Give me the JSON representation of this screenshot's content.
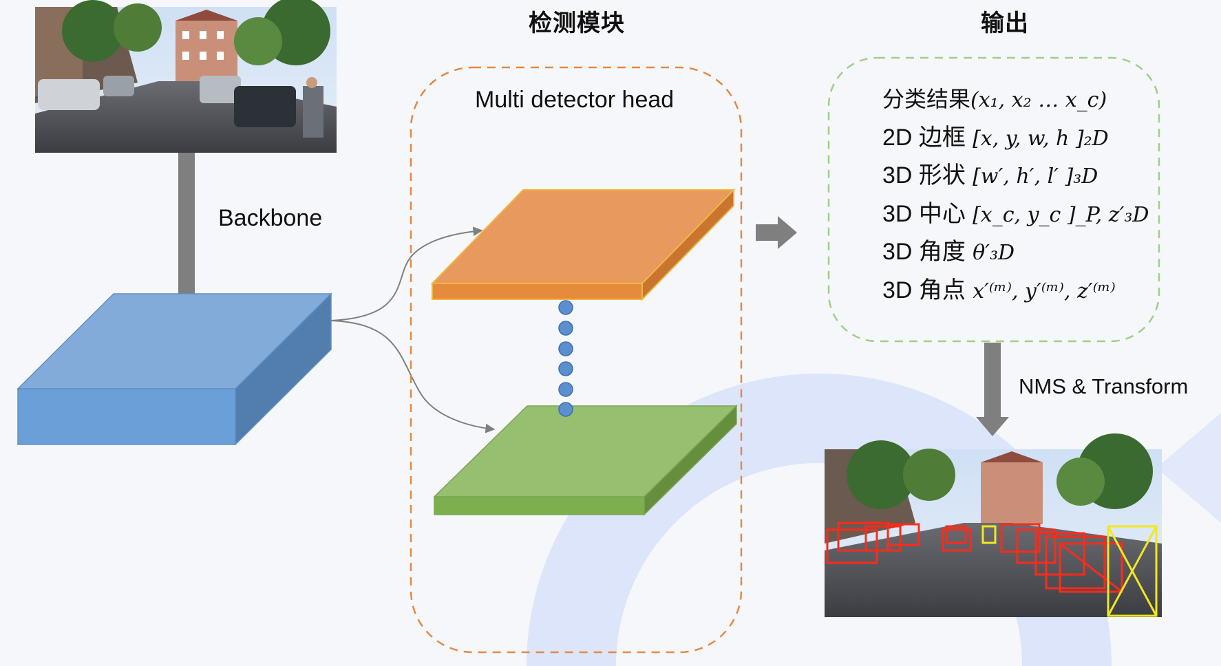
{
  "titles": {
    "detection_module": "检测模块",
    "output": "输出"
  },
  "labels": {
    "backbone": "Backbone",
    "head": "Multi detector head",
    "nms": "NMS & Transform"
  },
  "outputs": [
    {
      "cn": "分类结果",
      "math": "(x₁, x₂ … x_c)"
    },
    {
      "cn": "2D 边框",
      "math": "[x, y, w, h ]₂D"
    },
    {
      "cn": "3D 形状",
      "math": "[w′, h′, l′ ]₃D"
    },
    {
      "cn": "3D 中心",
      "math": "[x_c, y_c ]_P, z′₃D"
    },
    {
      "cn": "3D 角度",
      "math": "θ′₃D"
    },
    {
      "cn": "3D 角点",
      "math": "x′⁽ᵐ⁾, y′⁽ᵐ⁾, z′⁽ᵐ⁾"
    }
  ],
  "colors": {
    "feature_block": "#6f9fd3",
    "head_top": "#e89a5e",
    "head_bottom": "#8fbc63",
    "dots": "#5b8fd0",
    "arrows": "#7f7f7f",
    "head_border": "#e38a44",
    "output_border": "#9fcf86",
    "box_red": "#ff2a1a",
    "box_yellow": "#f1e81f"
  }
}
